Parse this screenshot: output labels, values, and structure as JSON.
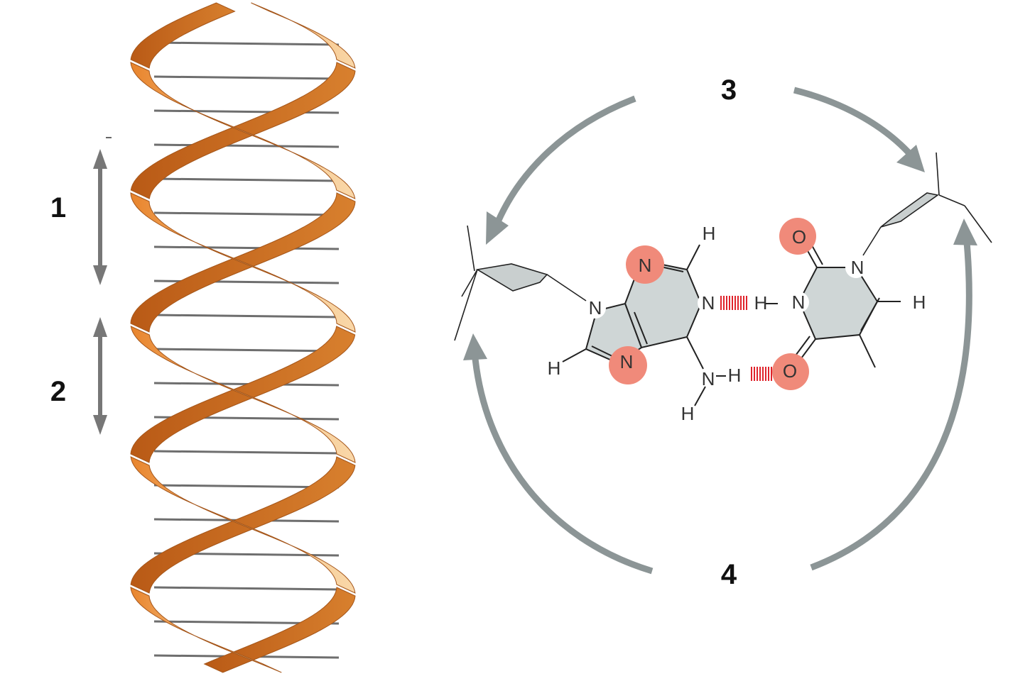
{
  "labels": {
    "l1": "1",
    "l2": "2",
    "l3": "3",
    "l4": "4"
  },
  "colors": {
    "ribbon_light": "#f6c48a",
    "ribbon_mid": "#eb9a45",
    "ribbon_dark": "#c4621a",
    "rung": "#6e6e6e",
    "arrow": "#8c9596",
    "ring_fill": "#cfd6d6",
    "highlight": "#f08a7a",
    "hbond": "#e0242c"
  },
  "molecule": {
    "adenine": {
      "n_top": "N",
      "h_top": "H",
      "n_right": "N",
      "n_glyco": "N",
      "n_imid": "N",
      "h_c8": "H",
      "n_amino": "N",
      "h_amino1": "H",
      "h_amino2": "H"
    },
    "thymine": {
      "o_top": "O",
      "n_glyco": "N",
      "n_h": "N",
      "h_n3": "H",
      "h_c6": "H",
      "o_bottom": "O"
    }
  }
}
